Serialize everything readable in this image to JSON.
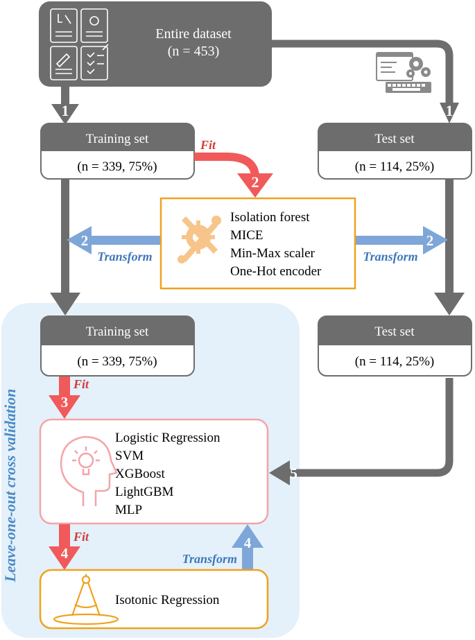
{
  "colors": {
    "gray": "#6d6d6d",
    "red": "#f05a5a",
    "red_text": "#d33a3a",
    "blue": "#7ea6d8",
    "blue_text": "#3d77b9",
    "orange": "#f0a21c",
    "pink_border": "#f4a4a8",
    "cv_bg": "#e4f1fa"
  },
  "entire_dataset": {
    "title": "Entire dataset",
    "count": "(n = 453)"
  },
  "top_training": {
    "title": "Training set",
    "count": "(n = 339, 75%)"
  },
  "top_test": {
    "title": "Test set",
    "count": "(n = 114, 25%)"
  },
  "preprocessing": {
    "icon": "wrench-gear-icon",
    "items": [
      "Isolation forest",
      "MICE",
      "Min-Max scaler",
      "One-Hot encoder"
    ]
  },
  "bottom_training": {
    "title": "Training set",
    "count": "(n = 339, 75%)"
  },
  "bottom_test": {
    "title": "Test set",
    "count": "(n = 114, 25%)"
  },
  "models": {
    "icon": "head-lightbulb-icon",
    "items": [
      "Logistic Regression",
      "SVM",
      "XGBoost",
      "LightGBM",
      "MLP"
    ]
  },
  "calibration": {
    "icon": "compass-icon",
    "label": "Isotonic Regression"
  },
  "cv_label": "Leave-one-out cross validation",
  "labels": {
    "fit": "Fit",
    "transform": "Transform"
  },
  "steps": {
    "s1": "1",
    "s2": "2",
    "s3": "3",
    "s4": "4",
    "s5": "5"
  }
}
